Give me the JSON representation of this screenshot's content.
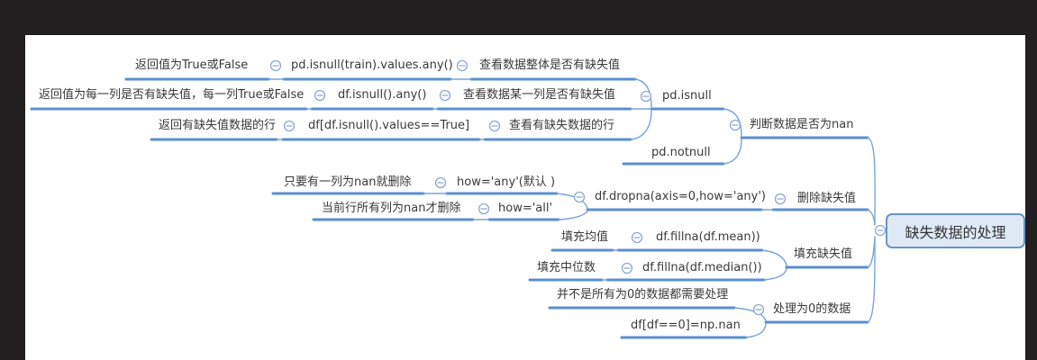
{
  "colors": {
    "surround_background": "#211f1f",
    "canvas_background": "#ffffff",
    "branch_line": "#5b8fd0",
    "connector_line": "#7ba3d6",
    "collapse_icon": "#8fa8d2",
    "root_fill": "#dfe9f6",
    "root_border": "#6b93c8",
    "text": "#3a3a3a"
  },
  "mindmap": {
    "root": {
      "label": "缺失数据的处理"
    },
    "nodes": {
      "judge": "判断数据是否为nan",
      "pd_isnull": "pd.isnull",
      "pd_notnull": "pd.notnull",
      "q_whole": "查看数据整体是否有缺失值",
      "code_whole": "pd.isnull(train).values.any()",
      "ret_whole": "返回值为True或False",
      "q_col": "查看数据某一列是否有缺失值",
      "code_col": "df.isnull().any()",
      "ret_col": "返回值为每一列是否有缺失值，每一列True或False",
      "q_rows": "查看有缺失数据的行",
      "code_rows": "df[df.isnull().values==True]",
      "ret_rows": "返回有缺失值数据的行",
      "drop": "删除缺失值",
      "code_drop": "df.dropna(axis=0,how='any')",
      "how_any": "how='any'(默认 )",
      "how_any_desc": "只要有一列为nan就删除",
      "how_all": "how='all'",
      "how_all_desc": "当前行所有列为nan才删除",
      "fill": "填充缺失值",
      "code_mean": "df.fillna(df.mean))",
      "mean_desc": "填充均值",
      "code_median": "df.fillna(df.median())",
      "median_desc": "填充中位数",
      "zero": "处理为0的数据",
      "zero_note": "并不是所有为0的数据都需要处理",
      "code_zero": "df[df==0]=np.nan"
    }
  }
}
